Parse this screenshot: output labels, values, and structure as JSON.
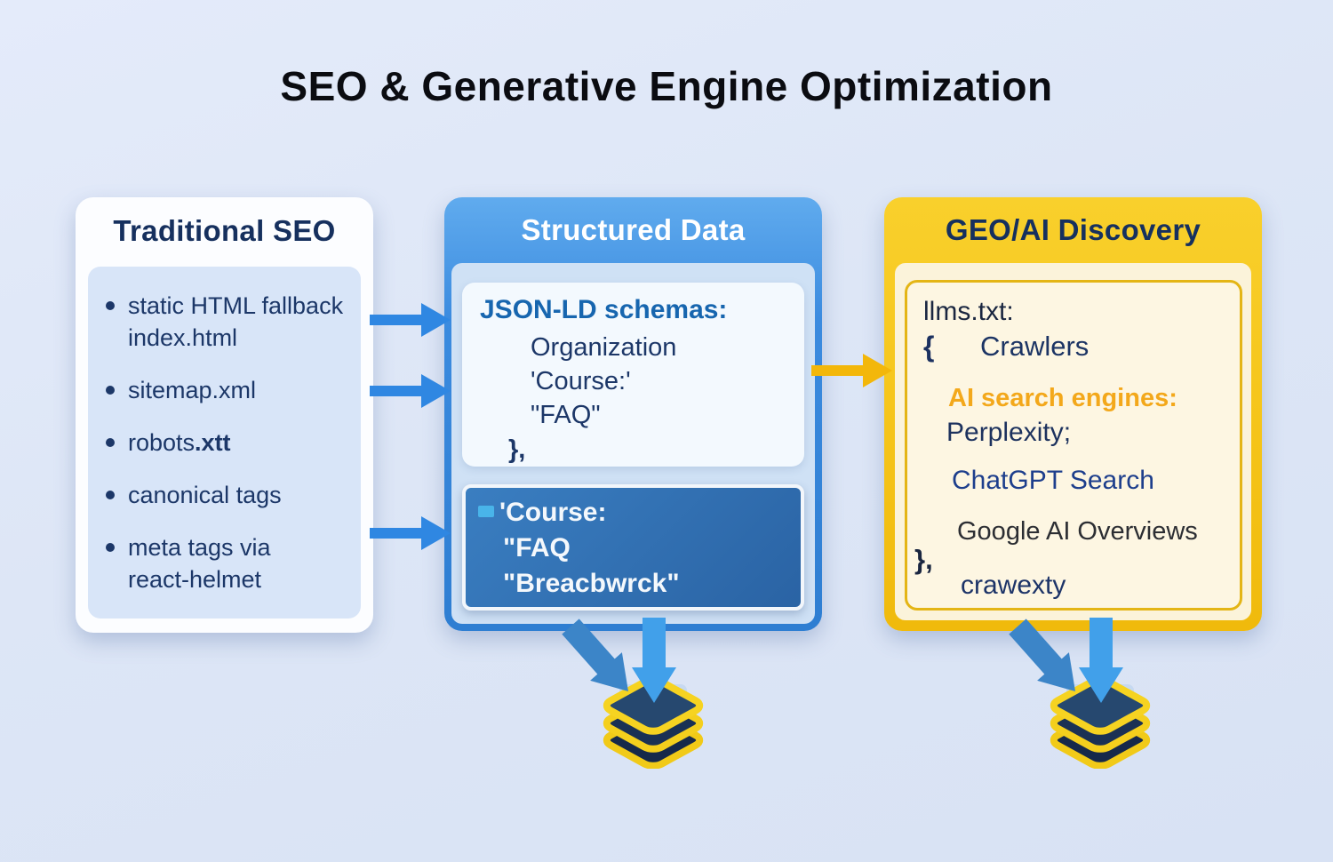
{
  "title": "SEO & Generative Engine Optimization",
  "left_card": {
    "header": "Traditional SEO",
    "items": [
      {
        "text": "static HTML fallback\nindex.html"
      },
      {
        "text": "sitemap.xml"
      },
      {
        "pre": "robots",
        "bold": ".xtt"
      },
      {
        "text": "canonical tags"
      },
      {
        "text": "meta tags via\nreact-helmet"
      }
    ]
  },
  "middle_card": {
    "header": "Structured Data",
    "json_box": {
      "title": "JSON-LD schemas:",
      "lines": [
        "Organization",
        "'Course:'",
        "\"FAQ\""
      ],
      "closing": "},"
    },
    "course_box": {
      "line1": "'Course:",
      "line2": "\"FAQ",
      "line3": "\"Breacbwrck\""
    }
  },
  "right_card": {
    "header": "GEO/AI Discovery",
    "llms_title": "llms.txt:",
    "open_brace": "{",
    "crawlers": "Crawlers",
    "ai_engines_label": "AI search engines:",
    "perplexity": "Perplexity;",
    "chatgpt": "ChatGPT Search",
    "google": "Google AI Overviews",
    "closing": "},",
    "footer": "crawexty"
  },
  "icons": {
    "layers_icon": "layers-stack-icon",
    "arrow_icon": "arrow-right-icon"
  },
  "colors": {
    "background": "#dde6f6",
    "navy_text": "#1c3768",
    "mid_blue": "#2e7ed2",
    "mid_box_blue": "#2d6cae",
    "gold": "#f5c419",
    "cream": "#fbf3da",
    "orange_text": "#f3a81b",
    "arrow_blue": "#2f87e2",
    "arrow_yellow": "#f3b70a"
  }
}
